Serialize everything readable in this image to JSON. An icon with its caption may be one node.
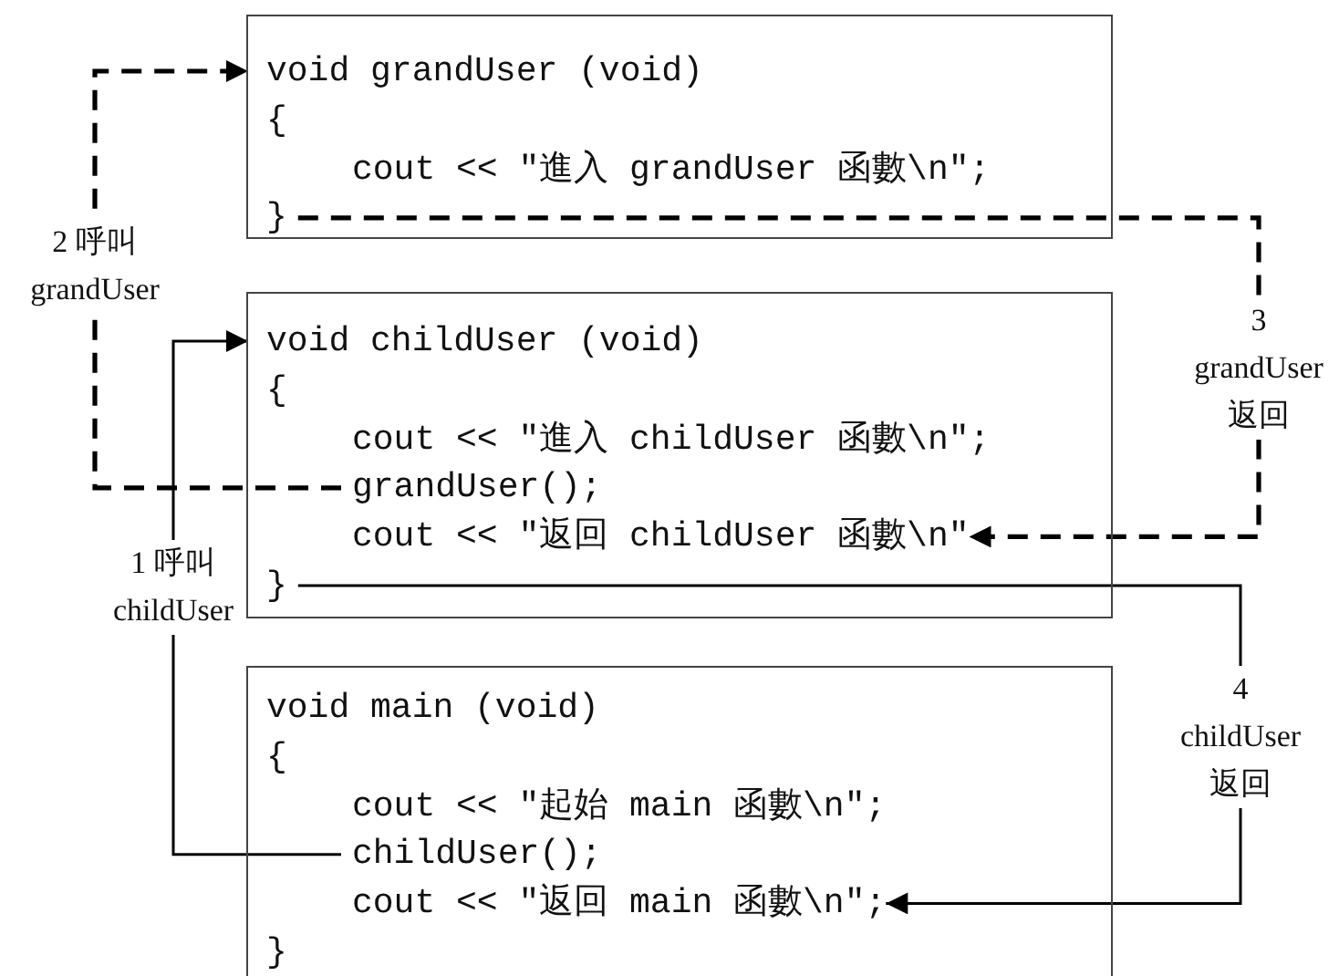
{
  "diagram": {
    "nodes": [
      {
        "text": [],
        "shape": "box"
      },
      {
        "text": [
          "void grandUser (void)"
        ],
        "in": 0
      },
      {
        "text": [
          "{"
        ],
        "in": 0
      },
      {
        "text": [
          "cout << \"進入 grandUser 函數\\n\";"
        ],
        "in": 0
      },
      {
        "text": [
          "}"
        ],
        "in": 0
      },
      {
        "text": [],
        "shape": "box"
      },
      {
        "text": [
          "void childUser (void)"
        ],
        "in": 5
      },
      {
        "text": [
          "{"
        ],
        "in": 5
      },
      {
        "text": [
          "cout << \"進入 childUser 函數\\n\";"
        ],
        "in": 5
      },
      {
        "text": [
          "grandUser();"
        ],
        "in": 5
      },
      {
        "text": [
          "cout << \"返回 childUser 函數\\n\""
        ],
        "in": 5
      },
      {
        "text": [
          "}"
        ],
        "in": 5
      },
      {
        "text": [],
        "shape": "box"
      },
      {
        "text": [
          "void main (void)"
        ],
        "in": 12
      },
      {
        "text": [
          "{"
        ],
        "in": 12
      },
      {
        "text": [
          "cout << \"起始 main 函數\\n\";"
        ],
        "in": 12
      },
      {
        "text": [
          "childUser();"
        ],
        "in": 12
      },
      {
        "text": [
          "cout << \"返回 main 函數\\n\";"
        ],
        "in": 12
      },
      {
        "text": [
          "}"
        ],
        "in": 12
      }
    ],
    "edges": [
      {
        "from": 16,
        "to": 6,
        "arrow": "to",
        "label": "1 呼叫 childUser"
      },
      {
        "from": 9,
        "to": 1,
        "arrow": "to",
        "style": "dashed",
        "label": "2 呼叫 grandUser"
      },
      {
        "from": 4,
        "to": 10,
        "arrow": "to",
        "style": "dashed",
        "label": "3 grandUser 返回"
      },
      {
        "from": 11,
        "to": 17,
        "arrow": "to",
        "label": "4 childUser 返回"
      }
    ]
  }
}
